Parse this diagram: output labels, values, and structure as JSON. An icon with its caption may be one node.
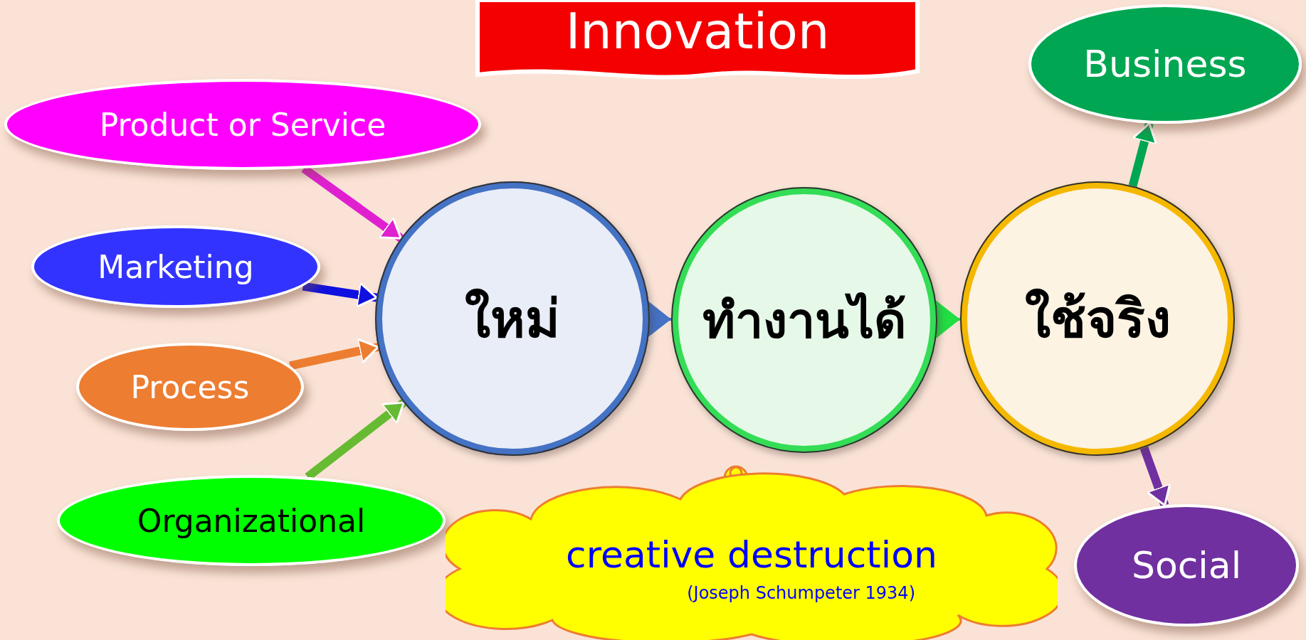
{
  "diagram": {
    "nodes": [
      {
        "text": [
          "Innovation"
        ]
      },
      {
        "text": [
          "Product or Service"
        ]
      },
      {
        "text": [
          "Marketing"
        ]
      },
      {
        "text": [
          "Process"
        ]
      },
      {
        "text": [
          "Organizational"
        ]
      },
      {
        "text": [
          "ใหม่"
        ]
      },
      {
        "text": [
          "ทำงานได้"
        ]
      },
      {
        "text": [
          "ใช้จริง"
        ]
      },
      {
        "text": [
          "Business"
        ]
      },
      {
        "text": [
          "Social"
        ]
      },
      {
        "text": [
          "creative destruction",
          "(Joseph Schumpeter 1934)"
        ]
      }
    ],
    "edges": [
      {
        "from": 1,
        "to": 5,
        "arrow": "to",
        "color": "#e020d0"
      },
      {
        "from": 2,
        "to": 5,
        "arrow": "to",
        "color": "#1010e0"
      },
      {
        "from": 3,
        "to": 5,
        "arrow": "to",
        "color": "#ed7d31"
      },
      {
        "from": 4,
        "to": 5,
        "arrow": "to",
        "color": "#66bb33"
      },
      {
        "from": 5,
        "to": 6,
        "arrow": "to",
        "color": "#4472c4"
      },
      {
        "from": 6,
        "to": 7,
        "arrow": "to",
        "color": "#22dd44"
      },
      {
        "from": 7,
        "to": 8,
        "arrow": "to",
        "color": "#00a651"
      },
      {
        "from": 7,
        "to": 9,
        "arrow": "to",
        "color": "#7030a0"
      }
    ]
  }
}
